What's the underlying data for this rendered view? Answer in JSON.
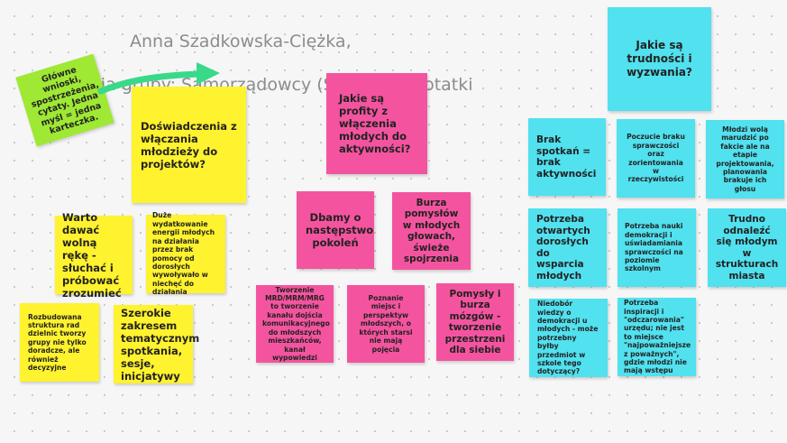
{
  "board": {
    "title_line1": "Anna Szadkowska-Ciężka,",
    "title_line2": "moderacja grupy: Samorządowcy (S) Maria - Notatki"
  },
  "notes": {
    "intro_green": "Główne wnioski, spostrzeżenia, cytaty. Jedna myśl = jedna karteczka.",
    "q_experiences": "Doświadczenia z włączania młodzieży do projektów?",
    "y_free_hand": "Warto dawać wolną rękę - słuchać i próbować zrozumieć",
    "y_big_costs": "Duże wydatkowanie energii młodych na działania przez brak pomocy od dorosłych wywoływało w niechęć do działania",
    "y_structure": "Rozbudowana struktura rad dzielnic tworzy grupy nie tylko doradcze, ale również decyzyjne",
    "y_meetings": "Szerokie zakresem tematycznym spotkania, sesje, inicjatywy",
    "q_profits": "Jakie są profity z włączenia młodych do aktywności?",
    "p_next_gen": "Dbamy o następstwo pokoleń",
    "p_brainstorm": "Burza pomysłów w młodych głowach, świeże spojrzenia",
    "p_mrd": "Tworzenie MRD/MRM/MRG to tworzenie kanału dojścia komunikacyjnego do młodszych mieszkańców, kanał wypowiedzi",
    "p_perspective": "Poznanie miejsc i perspektyw młodszych, o których starsi nie mają pojęcia",
    "p_ideas": "Pomysły i burza mózgów - tworzenie przestrzeni dla siebie",
    "q_difficulties": "Jakie są trudności i wyzwania?",
    "c_no_meetings": "Brak spotkań = brak aktywności",
    "c_unprepared": "Poczucie braku sprawczości oraz zorientowania w rzeczywistości",
    "c_young_complain": "Młodzi wolą marudzić po fakcie ale na etapie projektowania, planowania brakuje ich głosu",
    "c_open_adults": "Potrzeba otwartych dorosłych do wsparcia młodych",
    "c_democracy": "Potrzeba nauki demokracji i uświadamiania sprawczości na poziomie szkolnym",
    "c_hard_to_find": "Trudno odnaleźć się młodym w strukturach miasta",
    "c_knowledge": "Niedobór wiedzy o demokracji u młodych - może potrzebny byłby przedmiot w szkole tego dotyczący?",
    "c_inspiration": "Potrzeba inspiracji i \"odczarowania\" urzędu; nie jest to miejsce \"najpoważniejsze z poważnych\", gdzie młodzi nie mają wstępu"
  },
  "colors": {
    "yellow": "#fff22e",
    "pink": "#f4549f",
    "cyan": "#51e1ef",
    "green": "#9fe834",
    "title": "#8c8c8c",
    "arrow": "#39d98a"
  },
  "icons": {
    "arrow": "arrow-icon"
  }
}
